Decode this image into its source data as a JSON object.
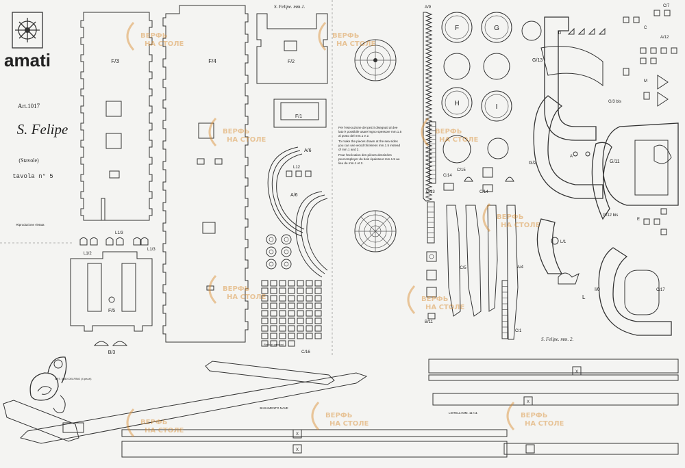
{
  "brand": {
    "name": "amati"
  },
  "sheet": {
    "article": "Art.1017",
    "model_title": "S. Felipe",
    "subtitle": "(Stavole)",
    "plate": "tavola  n° 5",
    "note_small": "Riproduzione vietata",
    "scale_label_1": "S. Felipe. mm.1.",
    "scale_label_2": "S. Felipe. mm. 2.",
    "base_label": "BASAMENTO NAVE",
    "dolphin_label": "ART. 5050 DELFINO (4 pezzi)",
    "keel_label": "LISTELLI MM. 11×11",
    "spare_label": "Rinforzi cannoni",
    "instructions": [
      "Per l'esecuzione dei pezzi disegnati al dee",
      "lato è possibile usare legno spessore mm.1.5",
      "al posto del mm.1 e 2.",
      "To make the pieces drawn at the sea sides",
      "you can use wood thickness mm.1.5 instead",
      "of mm.1 and 2.",
      "Pour l'exécution des pièces dessinées",
      "peut employer du bois épaisseur mm.1.5 au",
      "lieu de mm.1 et 2."
    ]
  },
  "parts": {
    "f3": "F/3",
    "f4": "F/4",
    "f2": "F/2",
    "f1": "F/1",
    "f5": "F/5",
    "l1": "L1/3",
    "l2": "L1/2",
    "l3": "L1/3",
    "b3": "B/3",
    "a6a": "A/6",
    "a6b": "A/6",
    "l12": "L12",
    "c16": "C/16",
    "a9": "A/9",
    "f": "F",
    "g": "G",
    "h": "H",
    "i": "I",
    "c14a": "C/14",
    "c15": "C/15",
    "c14b": "C/14",
    "c13": "C/13",
    "c5": "C/5",
    "a4": "A/4",
    "c1": "C/1",
    "b11": "B/11",
    "g13": "G/13",
    "g3bis": "G/3 bis",
    "g12": "G/2",
    "g11": "G/11",
    "g12bis": "G/12 bis",
    "g10": "I/0",
    "c17": "C/17",
    "a12": "A/12",
    "c7": "C/7",
    "lh": "L/1",
    "lbig": "L",
    "d": "D",
    "c": "C",
    "m": "M",
    "e": "E",
    "a": "A",
    "x": "X"
  },
  "watermark": {
    "line1": "ВЕРФЬ",
    "line2": "НА СТОЛЕ"
  },
  "colors": {
    "paper": "#f4f4f2",
    "ink": "#333333",
    "watermark": "#d98a2a"
  }
}
